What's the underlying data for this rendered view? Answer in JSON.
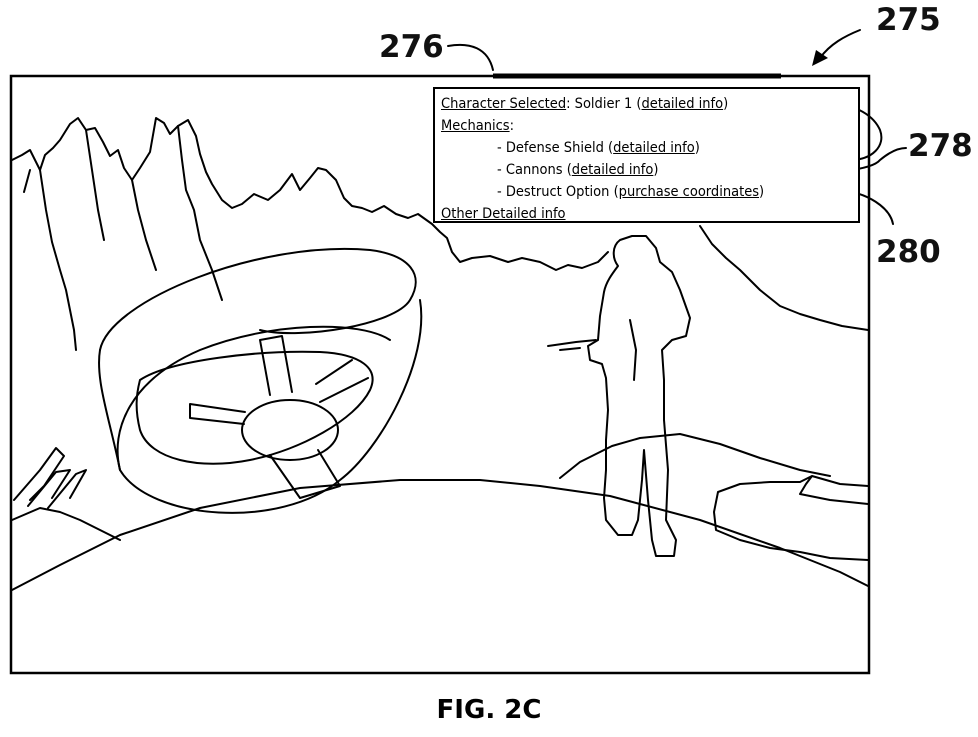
{
  "reference_numerals": {
    "figure": "275",
    "panel": "276",
    "links": "278",
    "purchase": "280"
  },
  "info_panel": {
    "character_label": "Character Selected",
    "character_value": "Soldier 1",
    "character_link": "detailed info",
    "mechanics_label": "Mechanics",
    "items": [
      {
        "name": "- Defense Shield",
        "link": "detailed info"
      },
      {
        "name": "- Cannons",
        "link": "detailed info"
      },
      {
        "name": "- Destruct Option",
        "link": "purchase coordinates"
      }
    ],
    "other_link": "Other Detailed info"
  },
  "caption": "FIG. 2C"
}
